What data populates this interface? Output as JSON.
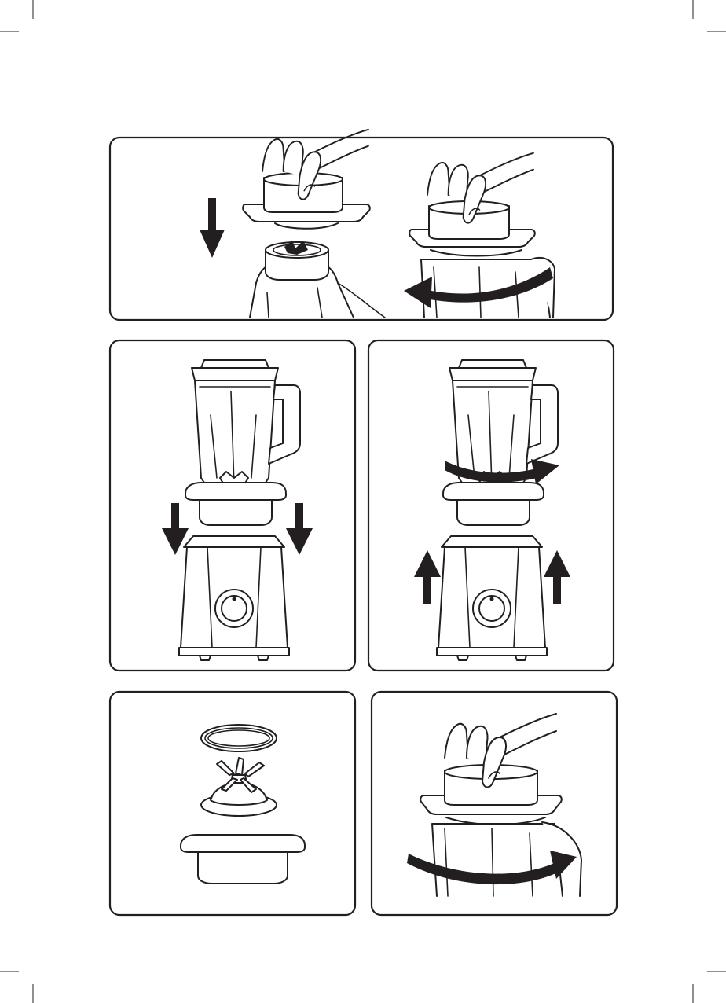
{
  "page": {
    "kind": "instruction-manual-illustration-page",
    "colors": {
      "ink": "#231f20",
      "paper": "#ffffff"
    }
  },
  "figures": [
    {
      "id": "fig-1",
      "content": "lid-cap-insert-and-twist",
      "icons": [
        "hand-icon",
        "down-arrow-icon",
        "curved-arrow-icon"
      ]
    },
    {
      "id": "fig-2",
      "content": "place-jug-on-motor-base",
      "icons": [
        "down-arrow-icon"
      ]
    },
    {
      "id": "fig-3",
      "content": "twist-and-lift-jug-off-base",
      "icons": [
        "curved-arrow-icon",
        "up-arrow-icon"
      ]
    },
    {
      "id": "fig-4",
      "content": "blade-assembly-exploded-view",
      "icons": [
        "sealing-ring-icon",
        "blade-icon",
        "blade-holder-icon"
      ]
    },
    {
      "id": "fig-5",
      "content": "twist-blade-holder-with-hand",
      "icons": [
        "hand-icon",
        "curved-arrow-icon"
      ]
    }
  ]
}
